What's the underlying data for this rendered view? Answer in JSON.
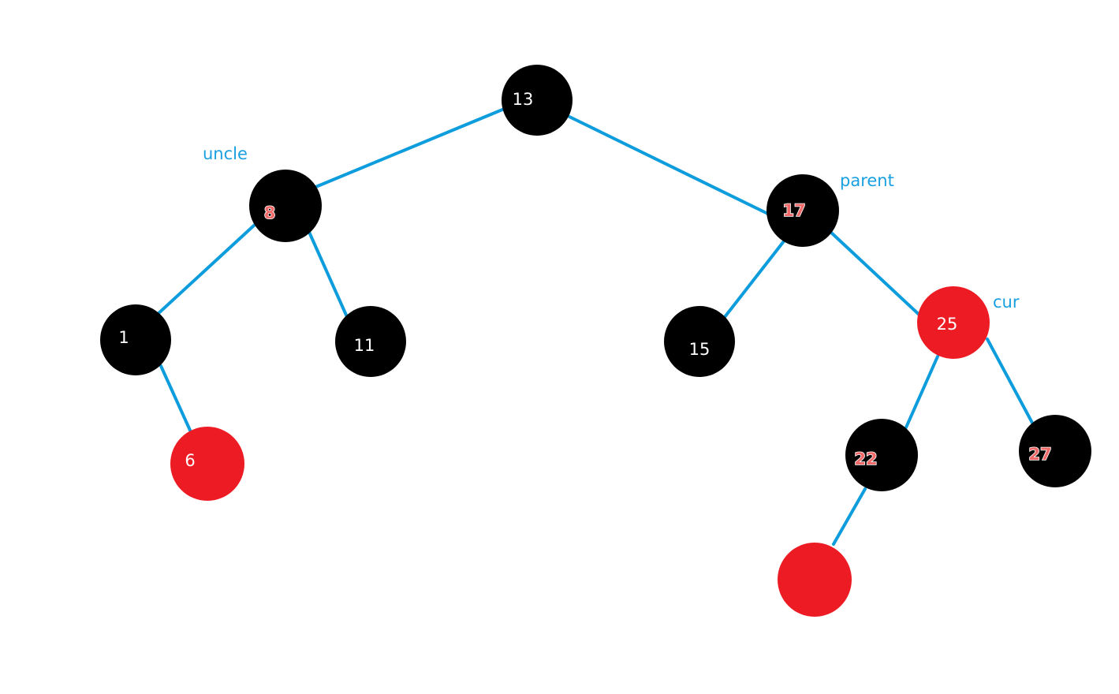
{
  "colors": {
    "edge": "#0d9cdc",
    "black_node": "#000000",
    "red_node": "#ed1c24",
    "label_plain": "#ffffff",
    "label_highlight": "#f06a6a",
    "annotation": "#1aa0e0"
  },
  "tree": {
    "nodes": [
      {
        "id": "n13",
        "label": "13",
        "color": "black",
        "label_style": "plain"
      },
      {
        "id": "n8",
        "label": "8",
        "color": "black",
        "label_style": "outlined"
      },
      {
        "id": "n17",
        "label": "17",
        "color": "black",
        "label_style": "outlined"
      },
      {
        "id": "n1",
        "label": "1",
        "color": "black",
        "label_style": "plain"
      },
      {
        "id": "n11",
        "label": "11",
        "color": "black",
        "label_style": "plain"
      },
      {
        "id": "n15",
        "label": "15",
        "color": "black",
        "label_style": "plain"
      },
      {
        "id": "n25",
        "label": "25",
        "color": "red",
        "label_style": "plain"
      },
      {
        "id": "n6",
        "label": "6",
        "color": "red",
        "label_style": "plain"
      },
      {
        "id": "n22",
        "label": "22",
        "color": "black",
        "label_style": "outlined"
      },
      {
        "id": "n27",
        "label": "27",
        "color": "black",
        "label_style": "outlined"
      },
      {
        "id": "nNew",
        "label": "",
        "color": "red",
        "label_style": "plain"
      }
    ],
    "edges": [
      {
        "from": "n13",
        "to": "n8"
      },
      {
        "from": "n13",
        "to": "n17"
      },
      {
        "from": "n8",
        "to": "n1"
      },
      {
        "from": "n8",
        "to": "n11"
      },
      {
        "from": "n1",
        "to": "n6"
      },
      {
        "from": "n17",
        "to": "n15"
      },
      {
        "from": "n17",
        "to": "n25"
      },
      {
        "from": "n25",
        "to": "n22"
      },
      {
        "from": "n25",
        "to": "n27"
      },
      {
        "from": "n22",
        "to": "nNew"
      }
    ]
  },
  "annotations": {
    "uncle": "uncle",
    "parent": "parent",
    "cur": "cur"
  }
}
